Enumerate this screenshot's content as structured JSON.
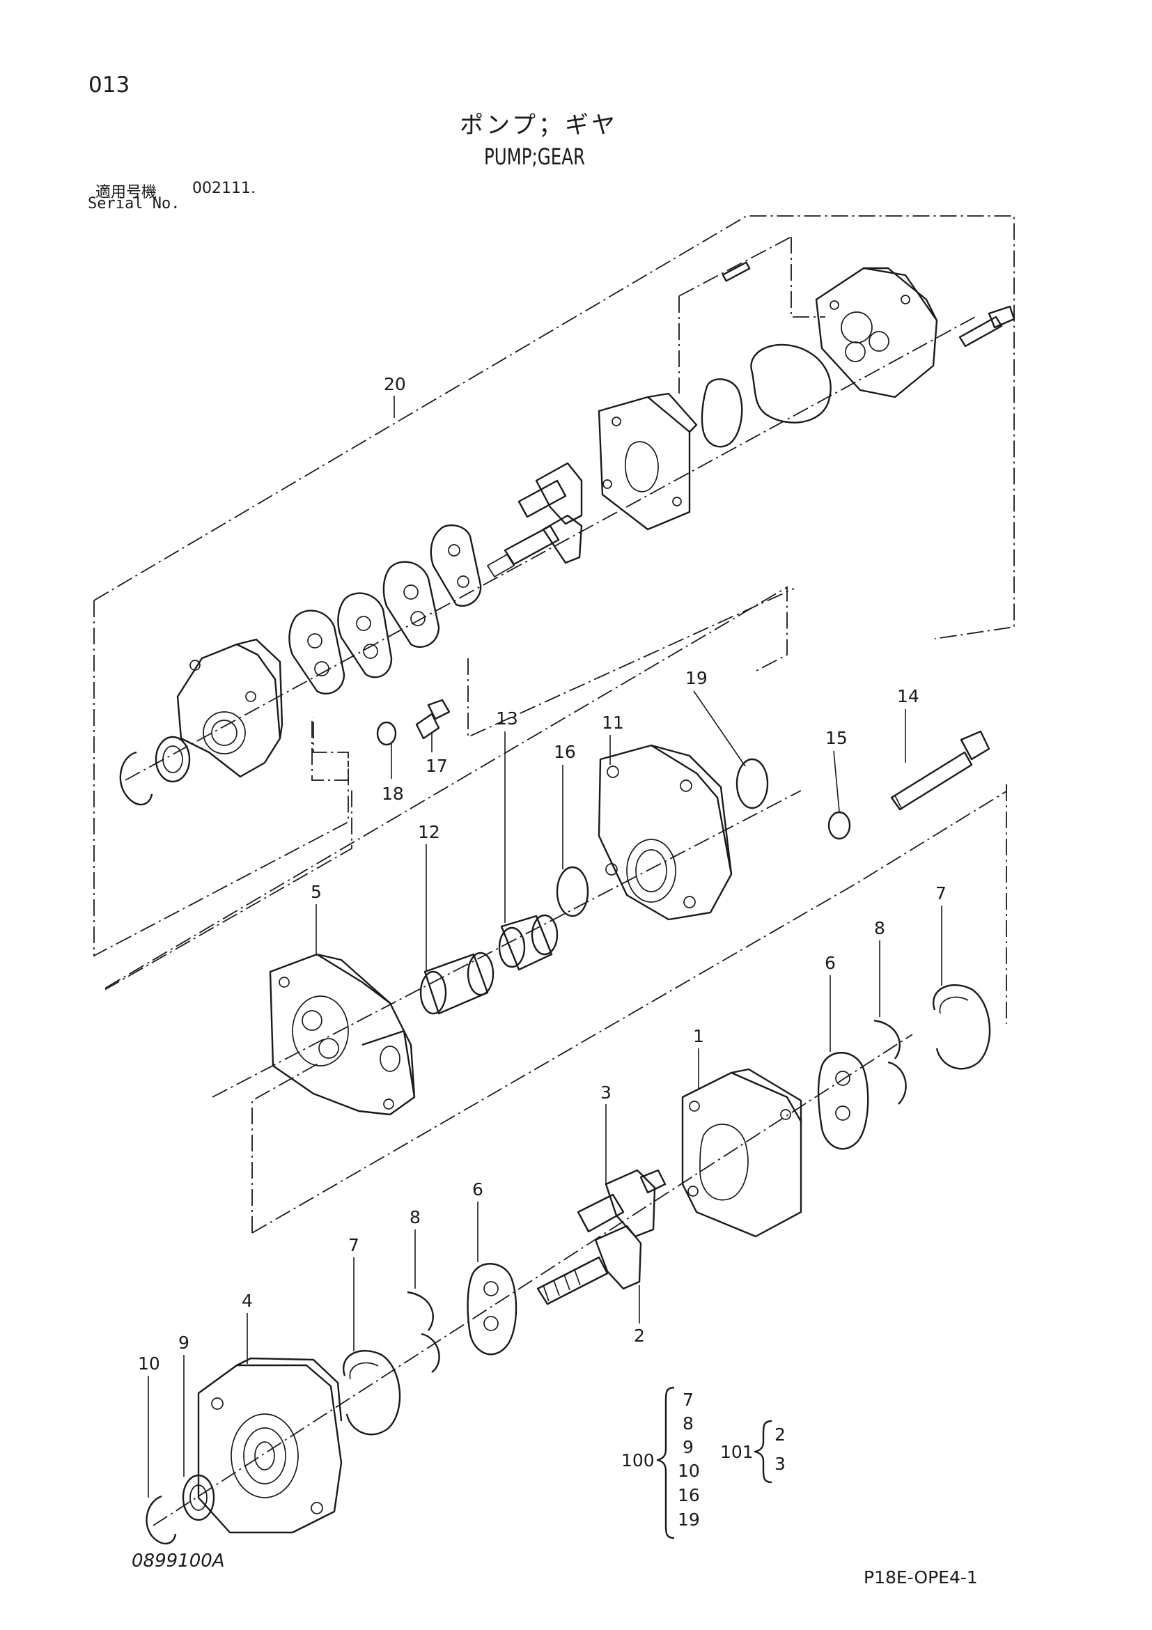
{
  "page_number": "013",
  "title_japanese": "ポンプ；ギヤ",
  "title_english": "PUMP;GEAR",
  "serial": {
    "label_japanese": "適用号機",
    "value": "002111.",
    "label_english": "Serial No."
  },
  "drawing_code": "0899100A",
  "sheet_code": "P18E-OPE4-1",
  "callouts": [
    "20",
    "19",
    "14",
    "11",
    "15",
    "16",
    "13",
    "17",
    "18",
    "12",
    "5",
    "7",
    "8",
    "6",
    "1",
    "3",
    "6",
    "8",
    "7",
    "4",
    "9",
    "10",
    "2"
  ],
  "sets": [
    {
      "number": "100",
      "members": [
        "7",
        "8",
        "9",
        "10",
        "16",
        "19"
      ]
    },
    {
      "number": "101",
      "members": [
        "2",
        "3"
      ]
    }
  ]
}
